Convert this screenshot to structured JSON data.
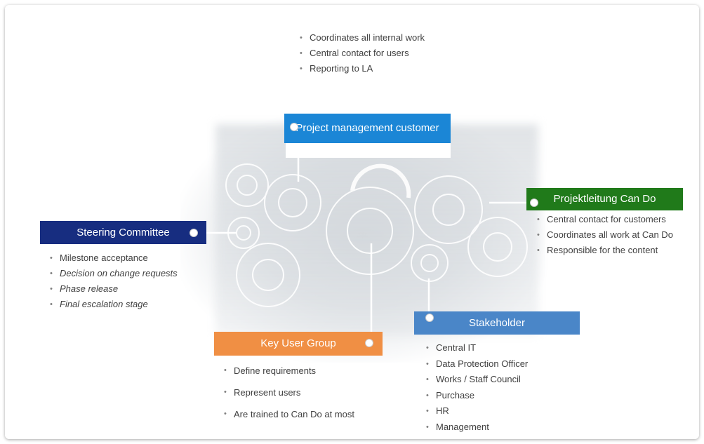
{
  "boxes": {
    "project_management": {
      "title": "Project management customer",
      "color": "#1b86d6"
    },
    "steering": {
      "title": "Steering Committee",
      "color": "#172d80"
    },
    "projektleitung": {
      "title": "Projektleitung Can Do",
      "color": "#207a1a"
    },
    "key_user": {
      "title": "Key User Group",
      "color": "#f08f44"
    },
    "stakeholder": {
      "title": "Stakeholder",
      "color": "#4a86c8"
    }
  },
  "lists": {
    "project_management": [
      "Coordinates all internal work",
      "Central contact for users",
      "Reporting to LA"
    ],
    "steering": [
      "Milestone acceptance",
      "Decision on change requests",
      "Phase release",
      "Final escalation stage"
    ],
    "projektleitung": [
      "Central contact for customers",
      "Coordinates all work at Can Do",
      "Responsible for the content"
    ],
    "key_user": [
      "Define requirements",
      "Represent users",
      "Are trained to Can Do at most"
    ],
    "stakeholder": [
      "Central IT",
      "Data Protection Officer",
      "Works / Staff Council",
      "Purchase",
      "HR",
      "Management"
    ]
  }
}
